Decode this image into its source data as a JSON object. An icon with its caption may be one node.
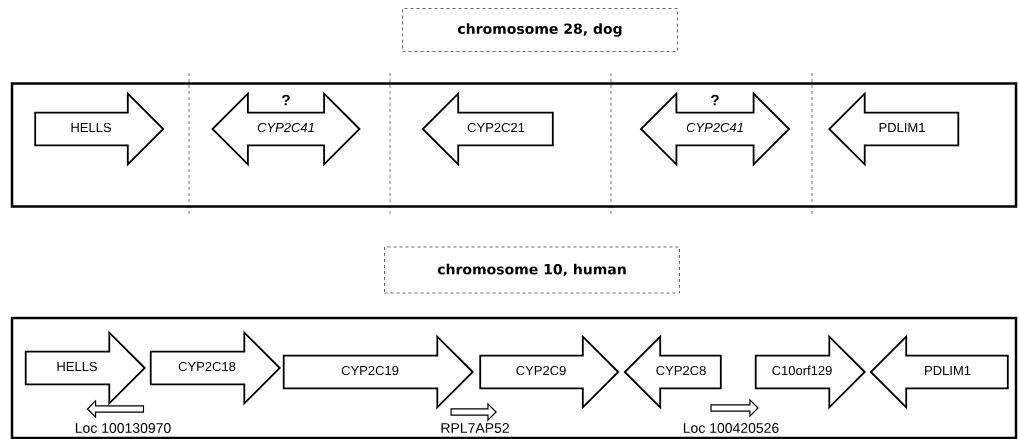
{
  "diagram": {
    "nodes": [
      {
        "text": [
          "chromosome 28, dog"
        ]
      },
      {
        "text": [],
        "shape": "box"
      },
      {
        "text": [
          "HELLS"
        ],
        "in": 1
      },
      {
        "text": [
          "CYP2C41"
        ],
        "in": 1,
        "beside": [
          "?"
        ]
      },
      {
        "text": [
          "CYP2C21"
        ],
        "in": 1
      },
      {
        "text": [
          "CYP2C41"
        ],
        "in": 1,
        "beside": [
          "?"
        ]
      },
      {
        "text": [
          "PDLIM1"
        ],
        "in": 1
      },
      {
        "text": [
          "chromosome 10, human"
        ]
      },
      {
        "text": [],
        "shape": "box"
      },
      {
        "text": [
          "HELLS"
        ],
        "in": 8
      },
      {
        "text": [
          "CYP2C18"
        ],
        "in": 8
      },
      {
        "text": [
          "CYP2C19"
        ],
        "in": 8
      },
      {
        "text": [
          "CYP2C9"
        ],
        "in": 8
      },
      {
        "text": [
          "CYP2C8"
        ],
        "in": 8
      },
      {
        "text": [
          "C10orf129"
        ],
        "in": 8
      },
      {
        "text": [
          "PDLIM1"
        ],
        "in": 8
      },
      {
        "text": [],
        "shape": "arrow",
        "in": 8,
        "beside": [
          "Loc 100130970"
        ]
      },
      {
        "text": [],
        "shape": "arrow",
        "in": 8,
        "beside": [
          "RPL7AP52"
        ]
      },
      {
        "text": [],
        "shape": "arrow",
        "in": 8,
        "beside": [
          "Loc 100420526"
        ]
      }
    ],
    "edges": []
  }
}
